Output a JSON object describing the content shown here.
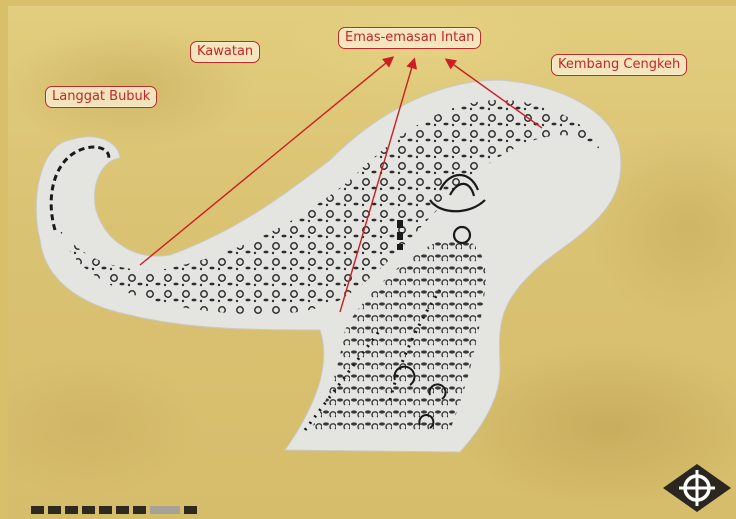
{
  "labels": {
    "kawatan": "Kawatan",
    "emas_emasan_intan": "Emas-emasan Intan",
    "kembang_cengkeh": "Kembang Cengkeh",
    "langgat_bubuk": "Langgat Bubuk"
  },
  "colors": {
    "label_border": "#c0282c",
    "label_text": "#c0282c",
    "arrow": "#cc1f24",
    "background": "#d8c06a",
    "paper": "#e4e4e1",
    "ornament": "#1a1a1a"
  },
  "progress": {
    "total_segments": 9,
    "current_segment": 8
  },
  "icons": {
    "navigation": "compass-diamond-icon"
  }
}
